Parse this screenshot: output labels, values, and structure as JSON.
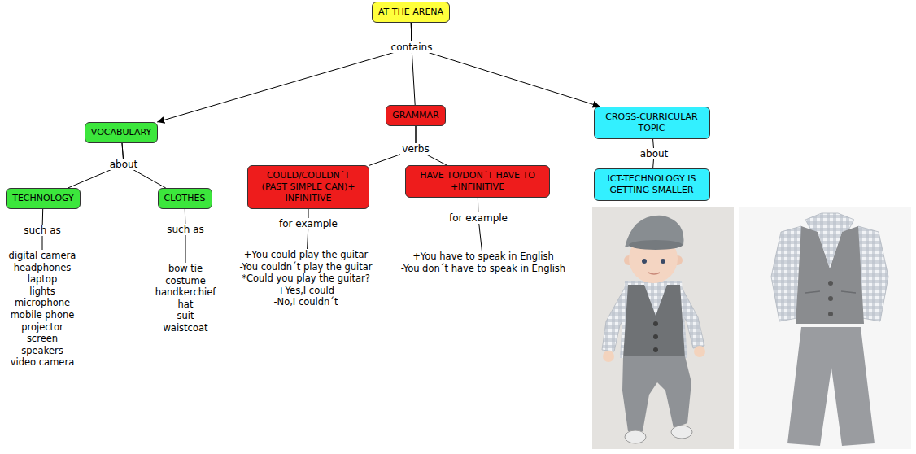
{
  "diagram": {
    "nodes": [
      {
        "text": [
          "AT THE ARENA"
        ]
      },
      {
        "text": [
          "VOCABULARY"
        ]
      },
      {
        "text": [
          "GRAMMAR"
        ]
      },
      {
        "text": [
          "CROSS-CURRICULAR TOPIC"
        ]
      },
      {
        "text": [
          "TECHNOLOGY"
        ]
      },
      {
        "text": [
          "CLOTHES"
        ]
      },
      {
        "text": [
          "COULD/COULDN´T (PAST SIMPLE CAN)+ INFINITIVE"
        ]
      },
      {
        "text": [
          "HAVE TO/DON´T HAVE TO +INFINITIVE"
        ]
      },
      {
        "text": [
          "ICT-TECHNOLOGY IS GETTING SMALLER"
        ]
      },
      {
        "text": [
          "digital camera",
          "headphones",
          "laptop",
          "lights",
          "microphone",
          "mobile phone",
          "projector",
          "screen",
          "speakers",
          "video camera"
        ]
      },
      {
        "text": [
          "bow tie",
          "costume",
          "handkerchief",
          "hat",
          "suit",
          "waistcoat"
        ]
      },
      {
        "text": [
          "+You could play the guitar",
          "-You couldn´t play the guitar",
          "*Could you play the guitar?",
          "+Yes,I could",
          "-No,I couldn´t"
        ]
      },
      {
        "text": [
          "+You have to speak in English",
          "-You don´t have to speak in English"
        ]
      }
    ],
    "edges": [
      {
        "from": 0,
        "to": 1,
        "arrow": "to"
      },
      {
        "from": 0,
        "to": 2,
        "label": "contains",
        "arrow": "none"
      },
      {
        "from": 0,
        "to": 3,
        "arrow": "to"
      },
      {
        "from": 1,
        "to": 4,
        "label": "about",
        "arrow": "none"
      },
      {
        "from": 1,
        "to": 5,
        "arrow": "none"
      },
      {
        "from": 2,
        "to": 6,
        "label": "verbs",
        "arrow": "none"
      },
      {
        "from": 2,
        "to": 7,
        "arrow": "none"
      },
      {
        "from": 3,
        "to": 8,
        "label": "about",
        "arrow": "none"
      },
      {
        "from": 4,
        "to": 9,
        "label": "such as",
        "arrow": "none"
      },
      {
        "from": 5,
        "to": 10,
        "label": "such as",
        "arrow": "none"
      },
      {
        "from": 6,
        "to": 11,
        "label": "for example",
        "arrow": "none"
      },
      {
        "from": 7,
        "to": 12,
        "label": "for example",
        "arrow": "none"
      }
    ]
  }
}
